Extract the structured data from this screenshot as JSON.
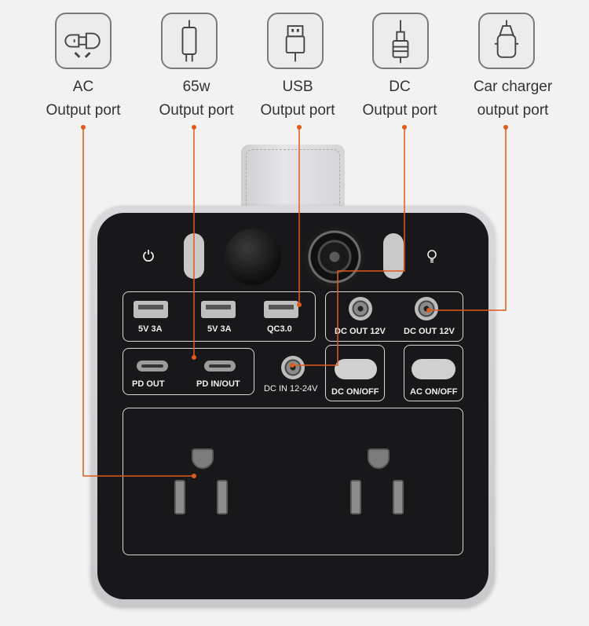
{
  "callouts": [
    {
      "line1": "AC",
      "line2": "Output port",
      "icon": "ac-plug-icon"
    },
    {
      "line1": "65w",
      "line2": "Output port",
      "icon": "usb-c-cable-icon"
    },
    {
      "line1": "USB",
      "line2": "Output port",
      "icon": "usb-cable-icon"
    },
    {
      "line1": "DC",
      "line2": "Output port",
      "icon": "dc-cable-icon"
    },
    {
      "line1": "Car charger",
      "line2": "output port",
      "icon": "car-charger-icon"
    }
  ],
  "panel": {
    "usb_a": [
      "5V 3A",
      "5V 3A",
      "QC3.0"
    ],
    "pd": [
      "PD  OUT",
      "PD IN/OUT"
    ],
    "dc_out": [
      "DC OUT 12V",
      "DC OUT 12V"
    ],
    "dc_in": "DC IN 12-24V",
    "dc_switch": "DC ON/OFF",
    "ac_switch": "AC ON/OFF"
  },
  "colors": {
    "accent_line": "#e05a1b",
    "panel": "#18181a",
    "frame": "#cfcfd2"
  }
}
